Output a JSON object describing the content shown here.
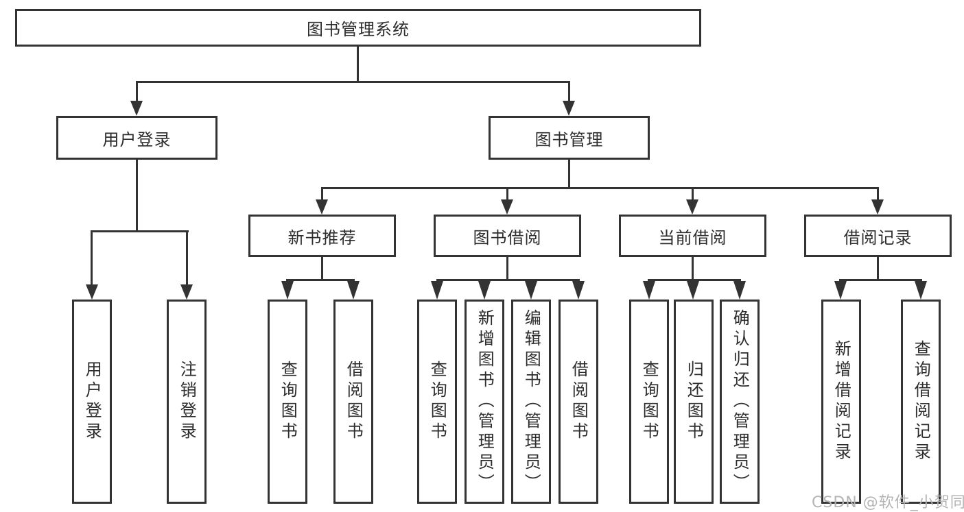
{
  "tree": {
    "root": {
      "label": "图书管理系统"
    },
    "branches": [
      {
        "label": "用户登录",
        "children": [
          {
            "label": "用户登录"
          },
          {
            "label": "注销登录"
          }
        ]
      },
      {
        "label": "图书管理",
        "sections": [
          {
            "label": "新书推荐",
            "children": [
              {
                "label": "查询图书"
              },
              {
                "label": "借阅图书"
              }
            ]
          },
          {
            "label": "图书借阅",
            "children": [
              {
                "label": "查询图书"
              },
              {
                "label": "新增图书（管理员）"
              },
              {
                "label": "编辑图书（管理员）"
              },
              {
                "label": "借阅图书"
              }
            ]
          },
          {
            "label": "当前借阅",
            "children": [
              {
                "label": "查询图书"
              },
              {
                "label": "归还图书"
              },
              {
                "label": "确认归还（管理员）"
              }
            ]
          },
          {
            "label": "借阅记录",
            "children": [
              {
                "label": "新增借阅记录"
              },
              {
                "label": "查询借阅记录"
              }
            ]
          }
        ]
      }
    ]
  },
  "watermark": "CSDN @软件_小贺同学",
  "colors": {
    "line": "#333333",
    "text": "#2d2d2d",
    "background": "#ffffff",
    "watermark": "#b4b4b4"
  }
}
